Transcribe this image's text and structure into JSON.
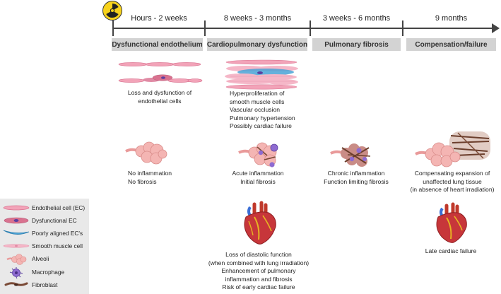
{
  "colors": {
    "endothelial": "#f2a3b8",
    "endothelial_dark": "#d9728f",
    "dysfunctional_nucleus": "#5b3fa0",
    "poorly_aligned": "#4aa3d6",
    "smooth_muscle": "#f5b7c8",
    "alveoli": "#f4b5b3",
    "macrophage": "#8e6bd1",
    "fibroblast": "#7a4a36",
    "phase_box": "#d3d3d3",
    "radiation_yellow": "#f7d21c"
  },
  "timeline": {
    "periods": [
      "Hours - 2 weeks",
      "8 weeks - 3 months",
      "3 weeks - 6 months",
      "9 months"
    ],
    "phases": [
      "Dysfunctional endothelium",
      "Cardiopulmonary dysfunction",
      "Pulmonary fibrosis",
      "Compensation/failure"
    ]
  },
  "rows": {
    "endothelium": {
      "col1": [
        "Loss and dysfunction of",
        "endothelial cells"
      ],
      "col2": [
        "Hyperproliferation of",
        "smooth muscle cells",
        "Vascular occlusion",
        "Pulmonary hypertension",
        "Possibly cardiac failure"
      ]
    },
    "lung": {
      "col1": [
        "No inflammation",
        "No fibrosis"
      ],
      "col2": [
        "Acute inflammation",
        "Initial fibrosis"
      ],
      "col3": [
        "Chronic inflammation",
        "Function limiting fibrosis"
      ],
      "col4": [
        "Compensating expansion of",
        "unaffected lung tissue",
        "(in absence of heart irradiation)"
      ]
    },
    "heart": {
      "col2": [
        "Loss of diastolic function",
        "(when combined with lung irradiation)",
        "Enhancement of pulmonary",
        "inflammation and fibrosis",
        "Risk of early cardiac failure"
      ],
      "col4": [
        "Late cardiac failure"
      ]
    }
  },
  "legend": [
    {
      "label": "Endothelial cell (EC)",
      "icon": "endothelial-cell-icon"
    },
    {
      "label": "Dysfunctional EC",
      "icon": "dysfunctional-ec-icon"
    },
    {
      "label": "Poorly aligned EC's",
      "icon": "poorly-aligned-ec-icon"
    },
    {
      "label": "Smooth muscle cell",
      "icon": "smooth-muscle-cell-icon"
    },
    {
      "label": "Alveoli",
      "icon": "alveoli-icon"
    },
    {
      "label": "Macrophage",
      "icon": "macrophage-icon"
    },
    {
      "label": "Fibroblast",
      "icon": "fibroblast-icon"
    }
  ]
}
